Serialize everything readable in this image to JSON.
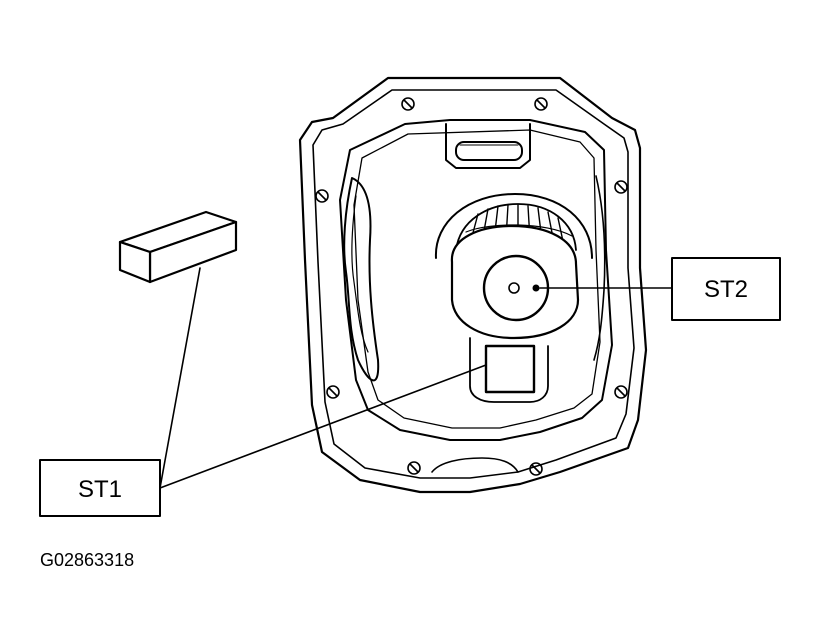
{
  "callouts": {
    "st1": {
      "label": "ST1"
    },
    "st2": {
      "label": "ST2"
    }
  },
  "figure_id": "G02863318",
  "colors": {
    "ink": "#000000",
    "paper": "#ffffff"
  }
}
